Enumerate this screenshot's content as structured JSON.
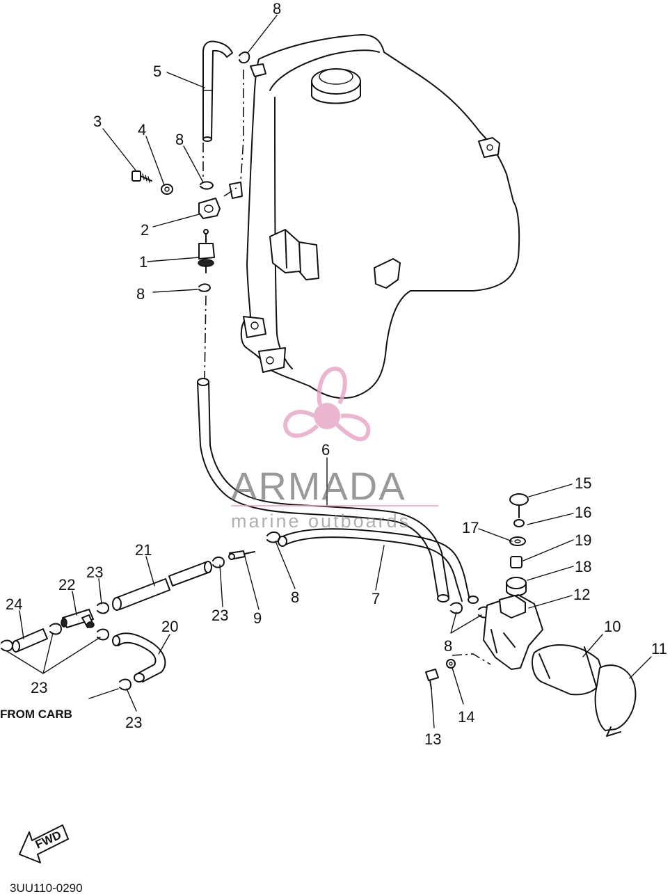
{
  "callouts": [
    {
      "id": "c8a",
      "text": "8"
    },
    {
      "id": "c5",
      "text": "5"
    },
    {
      "id": "c3",
      "text": "3"
    },
    {
      "id": "c4",
      "text": "4"
    },
    {
      "id": "c8b",
      "text": "8"
    },
    {
      "id": "c2",
      "text": "2"
    },
    {
      "id": "c1",
      "text": "1"
    },
    {
      "id": "c8c",
      "text": "8"
    },
    {
      "id": "c6",
      "text": "6"
    },
    {
      "id": "c15",
      "text": "15"
    },
    {
      "id": "c16",
      "text": "16"
    },
    {
      "id": "c17",
      "text": "17"
    },
    {
      "id": "c19",
      "text": "19"
    },
    {
      "id": "c18",
      "text": "18"
    },
    {
      "id": "c12",
      "text": "12"
    },
    {
      "id": "c21",
      "text": "21"
    },
    {
      "id": "c23a",
      "text": "23"
    },
    {
      "id": "c22",
      "text": "22"
    },
    {
      "id": "c24",
      "text": "24"
    },
    {
      "id": "c23b",
      "text": "23"
    },
    {
      "id": "c9",
      "text": "9"
    },
    {
      "id": "c8d",
      "text": "8"
    },
    {
      "id": "c7",
      "text": "7"
    },
    {
      "id": "c8e",
      "text": "8"
    },
    {
      "id": "c10",
      "text": "10"
    },
    {
      "id": "c11",
      "text": "11"
    },
    {
      "id": "c20",
      "text": "20"
    },
    {
      "id": "c23c",
      "text": "23"
    },
    {
      "id": "c23d",
      "text": "23"
    },
    {
      "id": "c14",
      "text": "14"
    },
    {
      "id": "c13",
      "text": "13"
    }
  ],
  "labels": {
    "from_carb": "FROM CARB",
    "fwd": "FWD",
    "drawing_code": "3UU110-0290"
  },
  "watermark": {
    "brand": "ARMADA",
    "tagline": "marine outboards",
    "color": "#e8a3c4"
  }
}
